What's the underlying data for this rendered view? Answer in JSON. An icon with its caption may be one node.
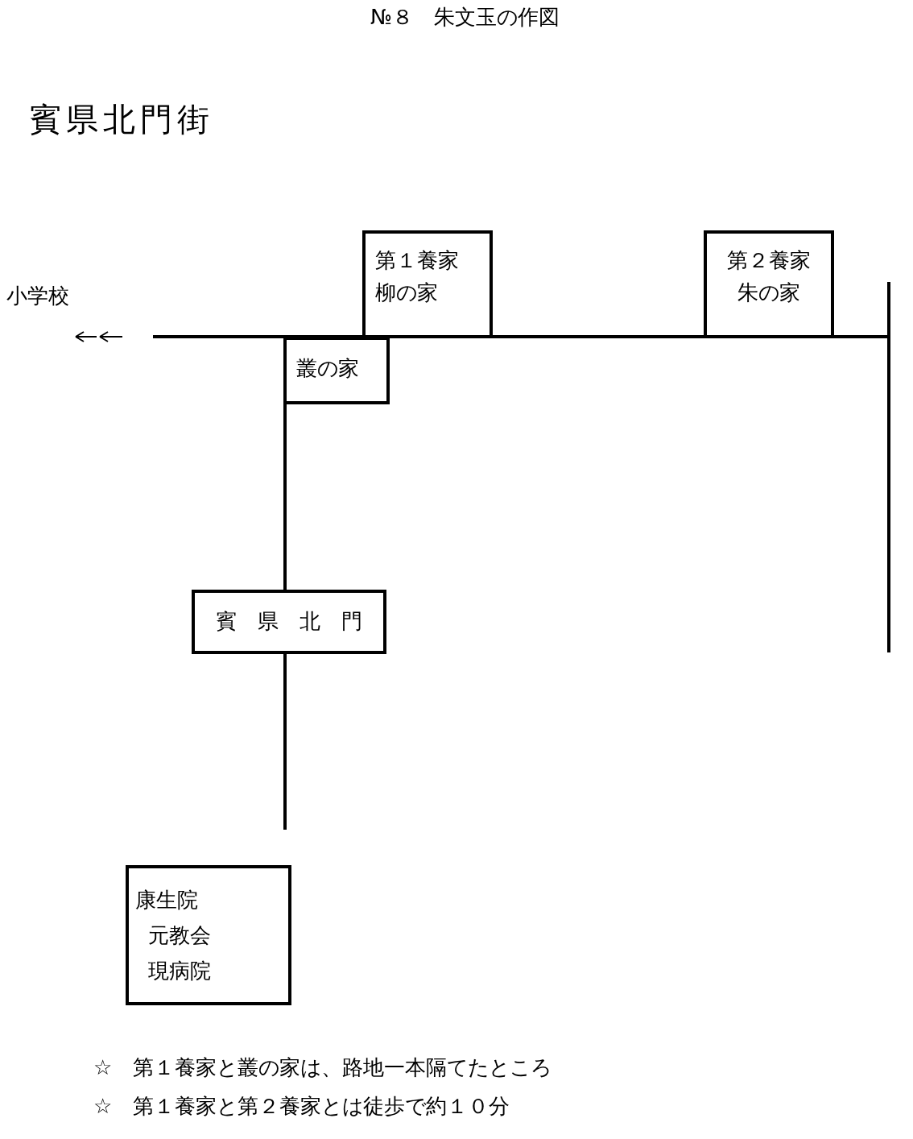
{
  "diagram": {
    "title": "№８　朱文玉の作図",
    "nodes": [
      {
        "text": [
          "第１養家",
          "柳の家"
        ]
      },
      {
        "text": [
          "第２養家",
          "朱の家"
        ]
      },
      {
        "text": [
          "叢の家"
        ]
      },
      {
        "text": [
          "賓　県　北　門"
        ]
      },
      {
        "text": [
          "康生院",
          "元教会",
          "現病院"
        ]
      }
    ],
    "edges": [
      {
        "from": 2,
        "to": 3,
        "arrow": "none"
      }
    ],
    "labels": [
      "賓県北門街",
      "小学校",
      "☆　第１養家と叢の家は、路地一本隔てたところ",
      "☆　第１養家と第２養家とは徒歩で約１０分"
    ]
  }
}
